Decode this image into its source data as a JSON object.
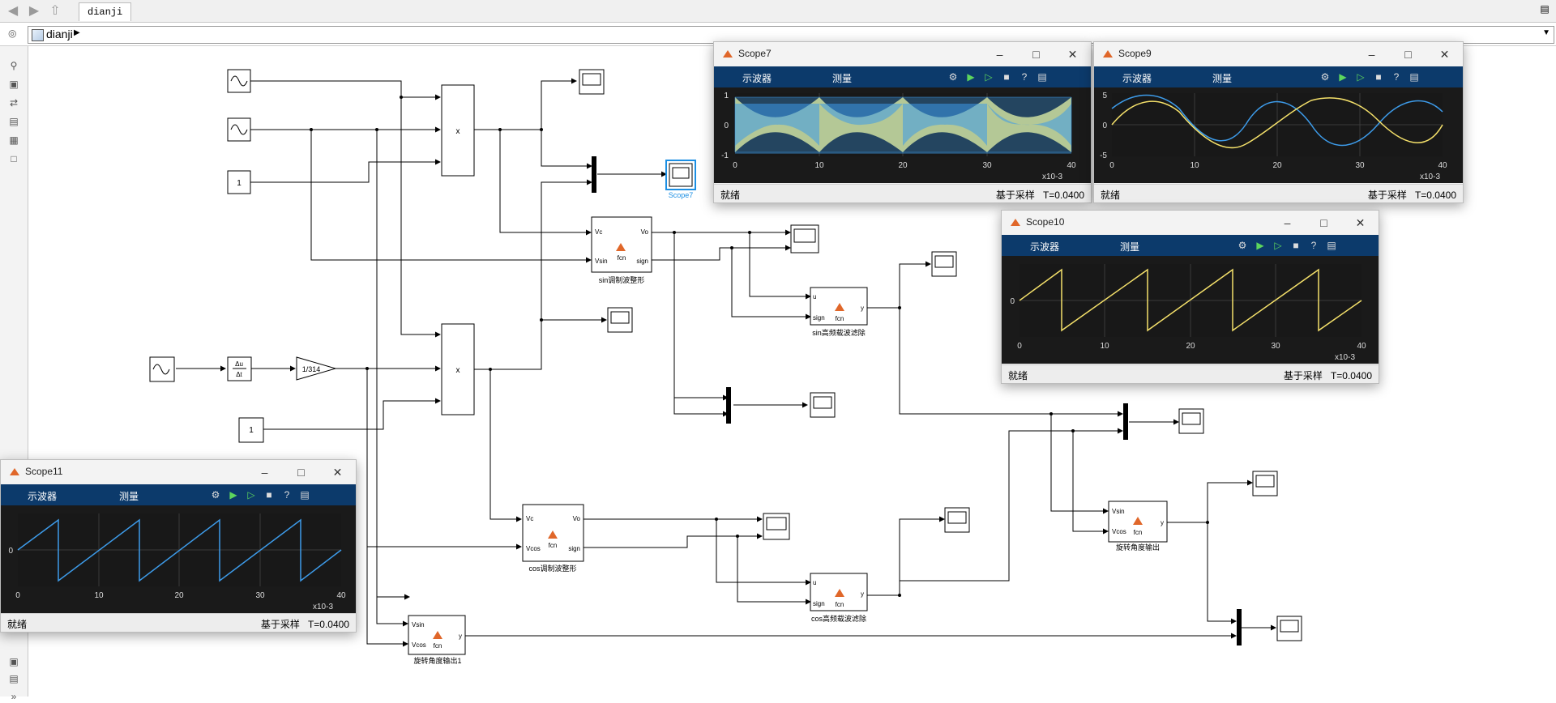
{
  "toolbar": {
    "tab_label": "dianji",
    "collapse_icon": "collapse-icon"
  },
  "address": {
    "model_name": "dianji"
  },
  "blocks": {
    "const1": "1",
    "const2": "1",
    "gain": "1/314",
    "derivative_top": "Δu",
    "derivative_bottom": "Δt",
    "product": "x",
    "port_vc": "Vc",
    "port_vsin": "Vsin",
    "port_vcos": "Vcos",
    "port_vo": "Vo",
    "port_sign": "sign",
    "port_u": "u",
    "port_y": "y",
    "fcn": "fcn",
    "sin_modulation": "sin调制波整形",
    "sin_filter": "sin高频载波滤除",
    "cos_modulation": "cos调制波整形",
    "cos_filter": "cos高频载波滤除",
    "rotation_output": "旋转角度输出",
    "rotation_output1": "旋转角度输出1",
    "scope7_label": "Scope7"
  },
  "scopes": {
    "menu_oscilloscope": "示波器",
    "menu_measure": "测量",
    "status_ready": "就绪",
    "sample_based": "基于采样",
    "time": "T=0.0400",
    "xexp": "x10-3",
    "scope7": {
      "title": "Scope7",
      "yticks": [
        "1",
        "0",
        "-1"
      ],
      "xticks": [
        "0",
        "10",
        "20",
        "30",
        "40"
      ]
    },
    "scope9": {
      "title": "Scope9",
      "yticks": [
        "5",
        "0",
        "-5"
      ],
      "xticks": [
        "0",
        "10",
        "20",
        "30",
        "40"
      ]
    },
    "scope10": {
      "title": "Scope10",
      "yticks": [
        "0"
      ],
      "xticks": [
        "0",
        "10",
        "20",
        "30",
        "40"
      ]
    },
    "scope11": {
      "title": "Scope11",
      "yticks": [
        "0"
      ],
      "xticks": [
        "0",
        "10",
        "20",
        "30",
        "40"
      ]
    }
  },
  "colors": {
    "accent": "#0c3a6b",
    "trace_yellow": "#f4e06a",
    "trace_blue": "#3d9be9",
    "selection": "#1c8fe3"
  }
}
